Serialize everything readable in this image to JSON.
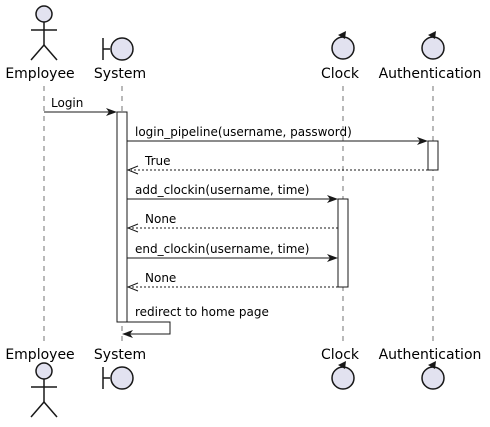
{
  "participants": [
    {
      "id": "employee",
      "label": "Employee",
      "kind": "actor"
    },
    {
      "id": "system",
      "label": "System",
      "kind": "boundary"
    },
    {
      "id": "clock",
      "label": "Clock",
      "kind": "control"
    },
    {
      "id": "authentication",
      "label": "Authentication",
      "kind": "control"
    }
  ],
  "messages": [
    {
      "from": "employee",
      "to": "system",
      "label": "Login",
      "style": "solid"
    },
    {
      "from": "system",
      "to": "authentication",
      "label": "login_pipeline(username, password)",
      "style": "solid"
    },
    {
      "from": "authentication",
      "to": "system",
      "label": "True",
      "style": "dashed"
    },
    {
      "from": "system",
      "to": "clock",
      "label": "add_clockin(username, time)",
      "style": "solid"
    },
    {
      "from": "clock",
      "to": "system",
      "label": "None",
      "style": "dashed"
    },
    {
      "from": "system",
      "to": "clock",
      "label": "end_clockin(username, time)",
      "style": "solid"
    },
    {
      "from": "clock",
      "to": "system",
      "label": "None",
      "style": "dashed"
    },
    {
      "from": "system",
      "to": "system",
      "label": "redirect to home page",
      "style": "solid"
    }
  ],
  "colors": {
    "participant_fill": "#E2E2F0",
    "line": "#181818",
    "activation_fill": "#FFFFFF"
  }
}
